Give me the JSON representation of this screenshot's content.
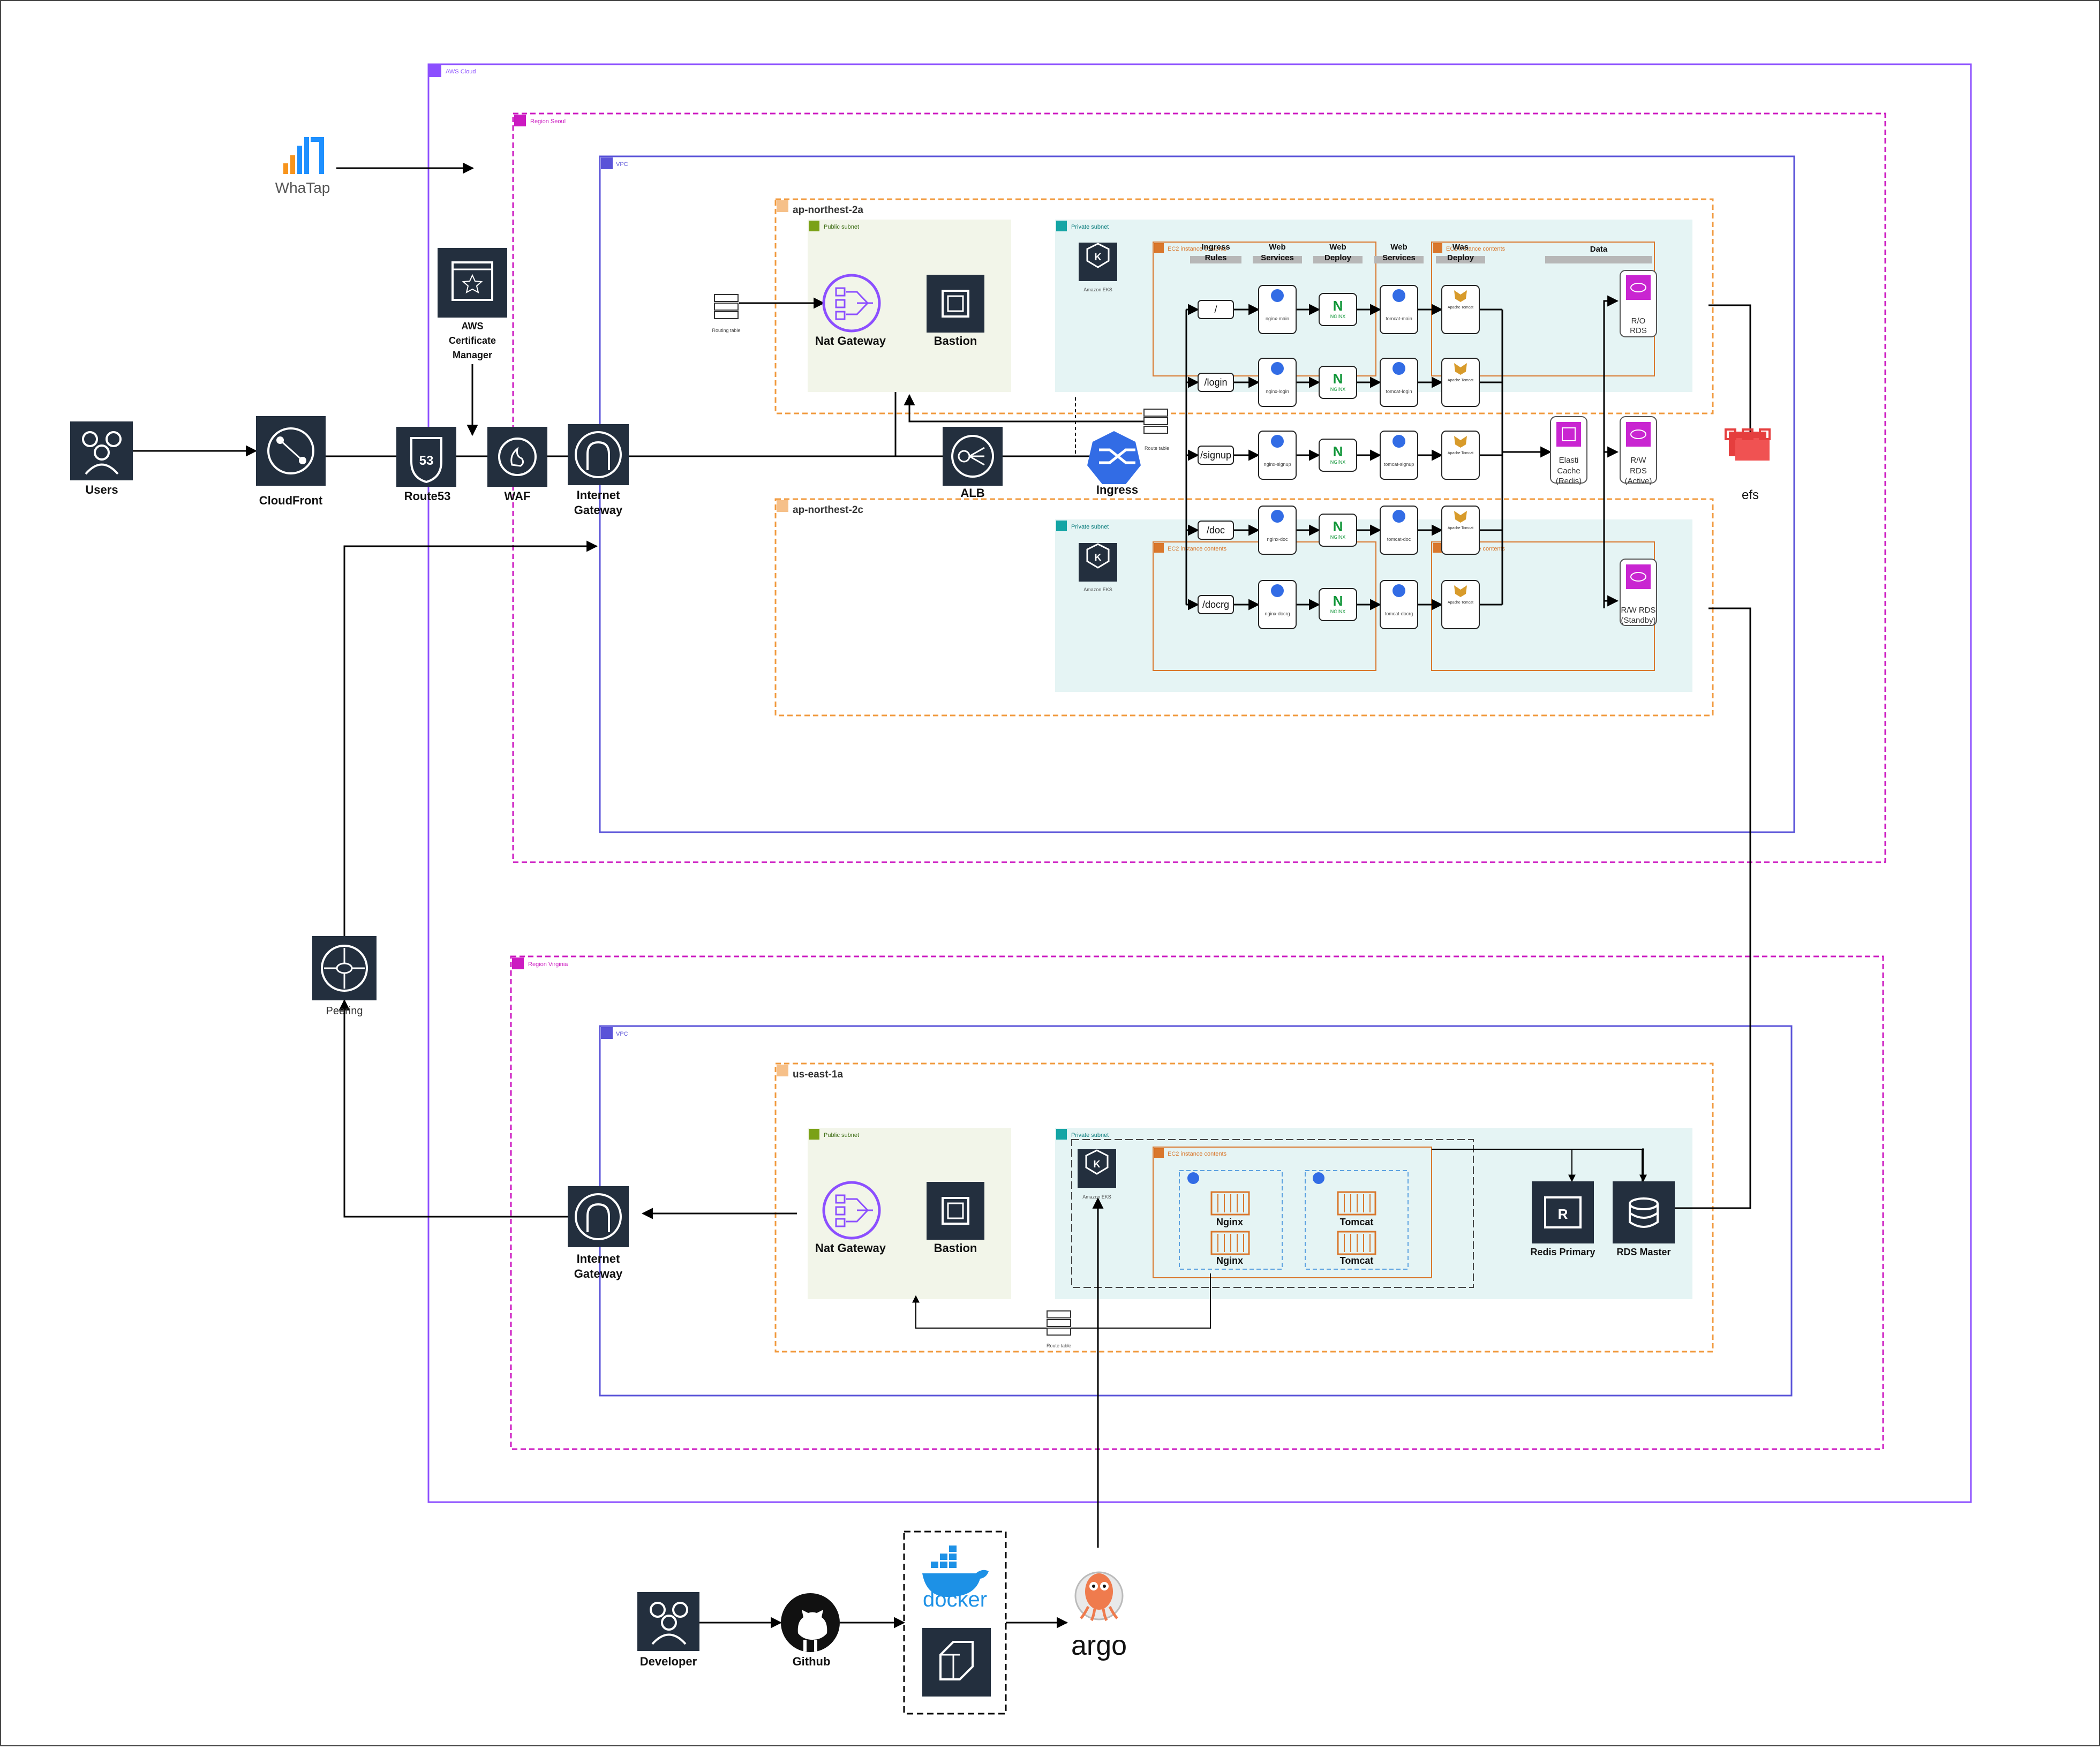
{
  "groups": {
    "aws_cloud": "AWS Cloud",
    "region_seoul": "Region Seoul",
    "region_virginia": "Region Virginia",
    "vpc_seoul": "VPC",
    "vpc_virginia": "VPC",
    "az_2a": "ap-northest-2a",
    "az_2c": "ap-northest-2c",
    "az_us": "us-east-1a",
    "public_subnet": "Public subnet",
    "private_subnet": "Private subnet",
    "ec2_contents": "EC2 instance contents"
  },
  "external": {
    "whatap": "WhaTap",
    "users": "Users",
    "cloudfront": "CloudFront",
    "route53": "Route53",
    "route53_badge": "53",
    "waf": "WAF",
    "acm_line1": "AWS",
    "acm_line2": "Certificate",
    "acm_line3": "Manager",
    "peering": "Peering"
  },
  "seoul": {
    "internet_gateway_line1": "Internet",
    "internet_gateway_line2": "Gateway",
    "alb": "ALB",
    "ingress": "Ingress",
    "nat_gateway": "Nat Gateway",
    "bastion": "Bastion",
    "routing_table": "Routing table",
    "route_table": "Route table",
    "amazon_eks": "Amazon EKS",
    "efs": "efs",
    "columns": [
      "Ingress Rules",
      "Web Services",
      "Web Deploy",
      "Web Services",
      "Was Deploy",
      "Data"
    ],
    "rows": [
      {
        "path": "/",
        "svc": "nginx-main",
        "tomcat": "tomcat-main"
      },
      {
        "path": "/login",
        "svc": "nginx-login",
        "tomcat": "tomcat-login"
      },
      {
        "path": "/signup",
        "svc": "nginx-signup",
        "tomcat": "tomcat-signup"
      },
      {
        "path": "/doc",
        "svc": "nginx-doc",
        "tomcat": "tomcat-doc"
      },
      {
        "path": "/docrg",
        "svc": "nginx-docrg",
        "tomcat": "tomcat-docrg"
      }
    ],
    "nginx_logo": "NGINX",
    "tomcat_logo": "Apache Tomcat",
    "ro_rds_line1": "R/O",
    "ro_rds_line2": "RDS",
    "elasticache_line1": "Elasti",
    "elasticache_line2": "Cache",
    "elasticache_line3": "(Redis)",
    "rw_active_line1": "R/W",
    "rw_active_line2": "RDS",
    "rw_active_line3": "(Active)",
    "rw_standby_line1": "R/W RDS",
    "rw_standby_line2": "(Standby)"
  },
  "virginia": {
    "internet_gateway_line1": "Internet",
    "internet_gateway_line2": "Gateway",
    "nat_gateway": "Nat Gateway",
    "bastion": "Bastion",
    "amazon_eks": "Amazon EKS",
    "nginx1": "Nginx",
    "nginx2": "Nginx",
    "tomcat1": "Tomcat",
    "tomcat2": "Tomcat",
    "redis_primary": "Redis Primary",
    "rds_master": "RDS Master",
    "route_table": "Route table"
  },
  "cicd": {
    "developer": "Developer",
    "github": "Github",
    "docker": "docker",
    "argo": "argo"
  },
  "colors": {
    "aws_cloud": "#8c4fff",
    "region": "#cc1ac1",
    "vpc": "#5a53d8",
    "az": "#f19a3e",
    "public_subnet_fill": "#f2f5e9",
    "private_subnet_fill": "#e5f4f4",
    "ec2": "#d9772c",
    "icon_dark": "#232f3e",
    "nat": "#8c4fff"
  }
}
